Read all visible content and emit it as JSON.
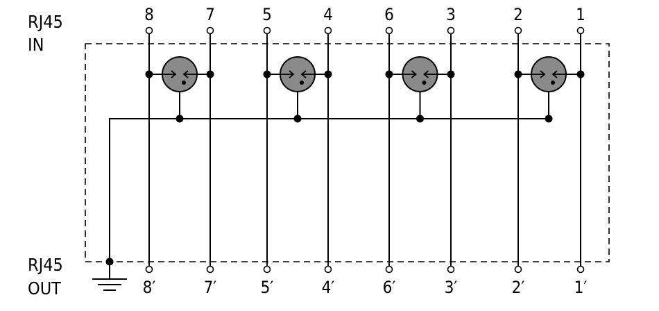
{
  "input_label_line1": "RJ45",
  "input_label_line2": "IN",
  "output_label_line1": "RJ45",
  "output_label_line2": "OUT",
  "top_pins": [
    "8",
    "7",
    "5",
    "4",
    "6",
    "3",
    "2",
    "1"
  ],
  "bottom_pins": [
    "8′",
    "7′",
    "5′",
    "4′",
    "6′",
    "3′",
    "2′",
    "1′"
  ],
  "gas_discharge_tubes": 4,
  "colors": {
    "line": "#000000",
    "tube_fill": "#8a8a8a",
    "background": "#ffffff"
  }
}
